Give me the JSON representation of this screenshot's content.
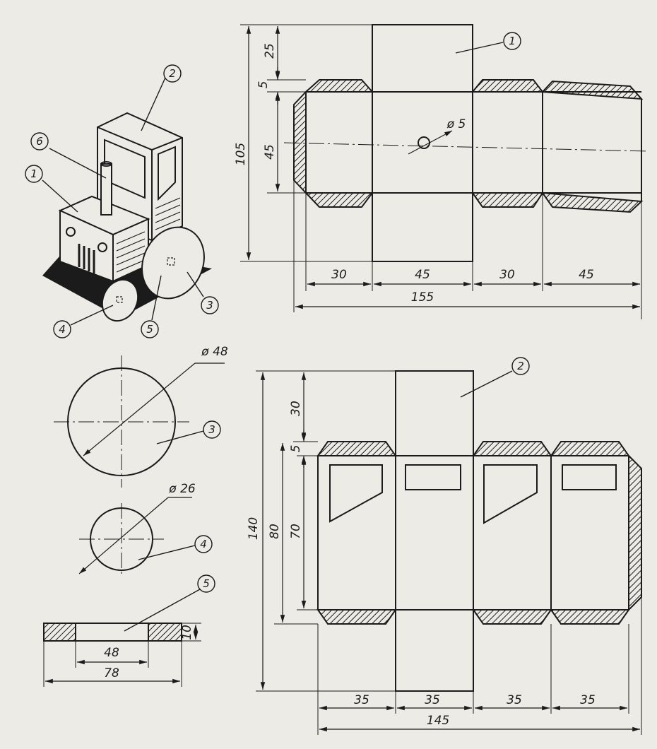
{
  "colors": {
    "paper": "#ecebe6",
    "ink": "#1b1b1b",
    "hatch": "#1b1b1b"
  },
  "callouts": [
    "1",
    "2",
    "3",
    "4",
    "5",
    "6"
  ],
  "net1": {
    "part": "1",
    "dims": {
      "top": "25",
      "tab": "5",
      "height": "45",
      "total": "105",
      "w1": "30",
      "w2": "45",
      "w3": "30",
      "w4": "45",
      "overall": "155",
      "hole": "ø 5"
    }
  },
  "net2": {
    "part": "2",
    "dims": {
      "top": "30",
      "tab": "5",
      "inner": "70",
      "mid": "80",
      "total": "140",
      "w1": "35",
      "w2": "35",
      "w3": "35",
      "w4": "35",
      "overall": "145"
    }
  },
  "wheel_large": {
    "part": "3",
    "dia": "ø 48"
  },
  "wheel_small": {
    "part": "4",
    "dia": "ø 26"
  },
  "spacer": {
    "part": "5",
    "inner": "48",
    "outer": "78",
    "thickness": "10"
  }
}
